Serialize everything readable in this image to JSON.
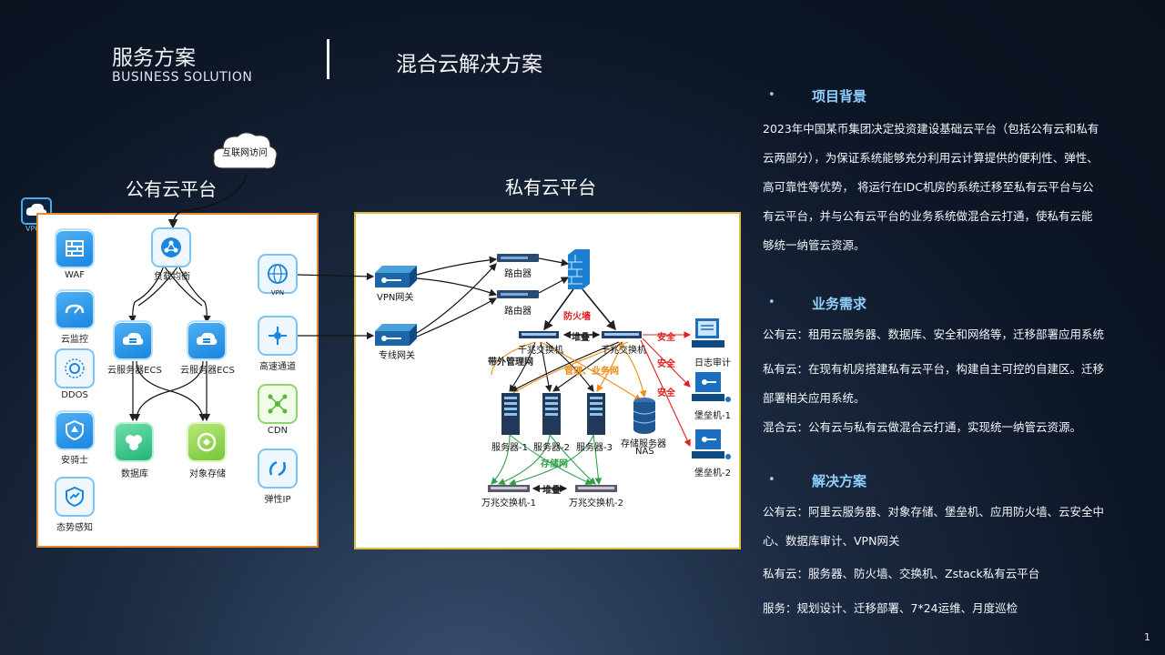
{
  "header": {
    "title_cn": "服务方案",
    "title_en": "BUSINESS SOLUTION",
    "subtitle": "混合云解决方案"
  },
  "page_number": "1",
  "diagram": {
    "public_title": "公有云平台",
    "private_title": "私有云平台",
    "internet_cloud": "互联网访问",
    "vpc": "VPC",
    "public_left": [
      "WAF",
      "云监控",
      "DDOS",
      "安骑士",
      "态势感知"
    ],
    "load_balancer": "负载均衡",
    "ecs1": "云服务器ECS",
    "ecs2": "云服务器ECS",
    "database": "数据库",
    "object_storage": "对象存储",
    "public_right": [
      "VPN",
      "高速通道",
      "CDN",
      "弹性IP"
    ],
    "vpn_gateway": "VPN网关",
    "line_gateway": "专线网关",
    "router1": "路由器",
    "router2": "路由器",
    "firewall": "防火墙",
    "gswitch1": "千兆交换机",
    "gswitch2": "千兆交换机",
    "stack1": "堆叠",
    "stack2": "堆叠",
    "oob_net": "带外管理网",
    "mgmt_net": "管理、业务网",
    "storage_net": "存储网",
    "security": [
      "安全",
      "安全",
      "安全"
    ],
    "log_audit": "日志审计",
    "bastion1": "堡垒机-1",
    "bastion2": "堡垒机-2",
    "server1": "服务器-1",
    "server2": "服务器-2",
    "server3": "服务器-3",
    "nas_label1": "存储服务器",
    "nas_label2": "NAS",
    "tswitch1": "万兆交换机-1",
    "tswitch2": "万兆交换机-2"
  },
  "sections": [
    {
      "heading": "项目背景",
      "lines": [
        "2023年中国某币集团决定投资建设基础云平台（包括公有云和私有",
        "云两部分），为保证系统能够充分利用云计算提供的便利性、弹性、",
        "高可靠性等优势， 将运行在IDC机房的系统迁移至私有云平台与公",
        "有云平台，并与公有云平台的业务系统做混合云打通，使私有云能",
        "够统一纳管云资源。"
      ]
    },
    {
      "heading": "业务需求",
      "lines": [
        "公有云：租用云服务器、数据库、安全和网络等，迁移部署应用系统",
        "私有云：在现有机房搭建私有云平台，构建自主可控的自建区。迁移",
        "部署相关应用系统。",
        "混合云：公有云与私有云做混合云打通，实现统一纳管云资源。"
      ]
    },
    {
      "heading": "解决方案",
      "lines": [
        "公有云：阿里云服务器、对象存储、堡垒机、应用防火墙、云安全中",
        "心、数据库审计、VPN网关",
        "私有云：服务器、防火墙、交换机、Zstack私有云平台",
        "服务：规划设计、迁移部署、7*24运维、月度巡检"
      ]
    }
  ],
  "bullet": "•"
}
